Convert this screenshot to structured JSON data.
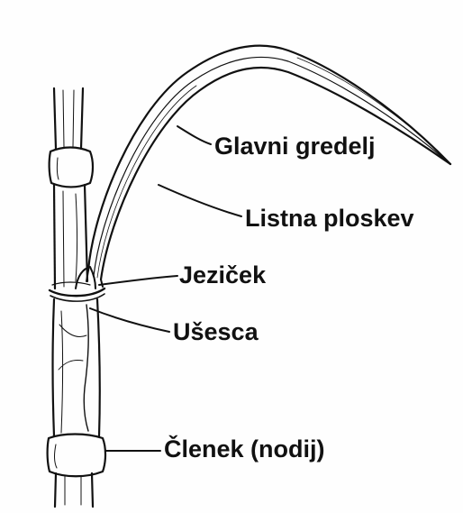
{
  "labels": {
    "midrib": "Glavni gredelj",
    "blade": "Listna ploskev",
    "ligule": "Jeziček",
    "auricles": "Ušesca",
    "node": "Členek (nodij)"
  },
  "colors": {
    "ink": "#111111",
    "background": "#fefefe"
  }
}
